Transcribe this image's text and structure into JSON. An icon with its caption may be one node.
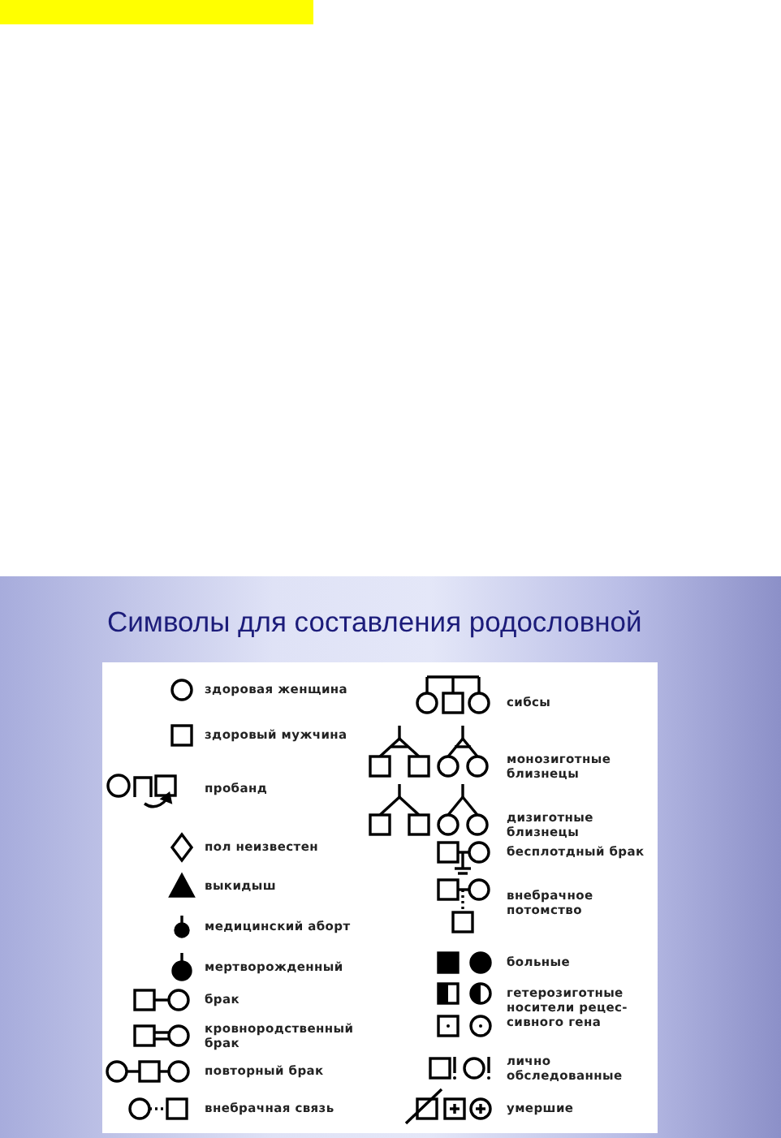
{
  "diagram": {
    "title": "Символы для составления родословной",
    "legend": [
      {
        "text": "здоровая женщина"
      },
      {
        "text": "здоровый мужчина"
      },
      {
        "text": "пробанд"
      },
      {
        "text": "пол неизвестен"
      },
      {
        "text": "выкидыш"
      },
      {
        "text": "медицинский аборт"
      },
      {
        "text": "мертворожденный"
      },
      {
        "text": "брак"
      },
      {
        "text": "кровнородственный брак"
      },
      {
        "text": "повторный брак"
      },
      {
        "text": "внебрачная связь"
      },
      {
        "text": "сибсы"
      },
      {
        "text": "монозиготные близнецы"
      },
      {
        "text": "дизиготные близнецы"
      },
      {
        "text": "бесплотдный брак"
      },
      {
        "text": "внебрачное потомство"
      },
      {
        "text": "больные"
      },
      {
        "text": "гетерозиготные носители рецес- сивного гена"
      },
      {
        "text": "лично обследованные"
      },
      {
        "text": "умершие"
      }
    ]
  }
}
